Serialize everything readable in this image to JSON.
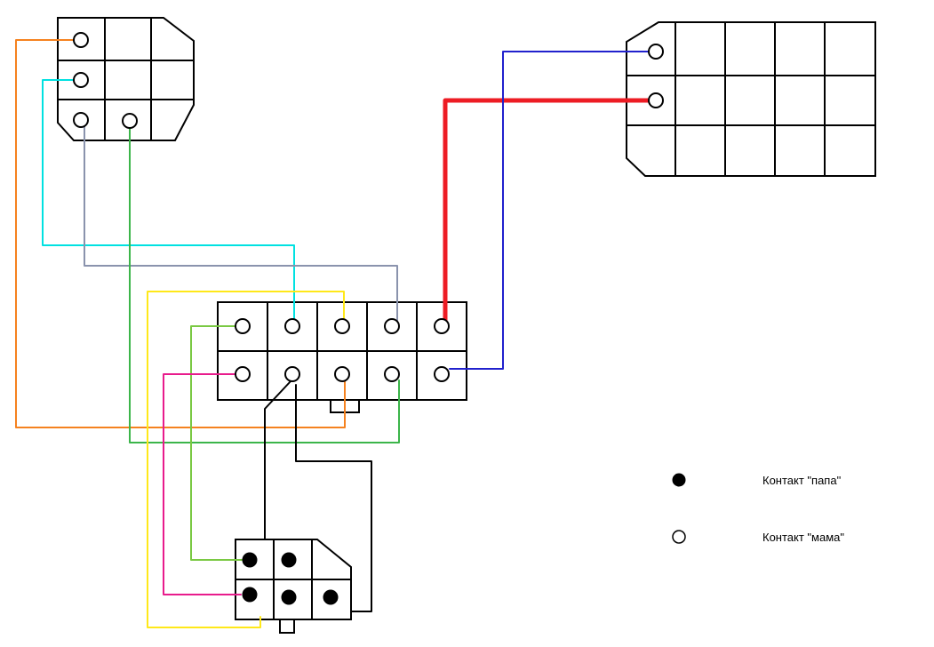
{
  "diagram": {
    "type": "wiring-diagram",
    "legend": {
      "male_label": "Контакт \"папа\"",
      "female_label": "Контакт \"мама\""
    },
    "connectors": {
      "top_left": {
        "grid": "3x3",
        "pin_type": "female",
        "pin_count": 4
      },
      "top_right": {
        "grid": "5x3",
        "pin_type": "female",
        "pin_count": 2
      },
      "middle": {
        "grid": "5x2",
        "pin_type": "female",
        "pin_count": 10
      },
      "bottom": {
        "grid": "3x2",
        "pin_type": "male",
        "pin_count": 5
      }
    },
    "wires": {
      "orange": {
        "color": "#F5821F",
        "from": "top-left pin 1",
        "to": "middle bottom pin 3"
      },
      "cyan": {
        "color": "#00E1E1",
        "from": "top-left pin 2",
        "to": "middle top pin 2"
      },
      "gray": {
        "color": "#8A93AD",
        "from": "top-left pin 3",
        "to": "middle top pin 4"
      },
      "green": {
        "color": "#3CB54A",
        "from": "top-left pin 4",
        "to": "middle bottom pin 4"
      },
      "red": {
        "color": "#ED1C24",
        "from": "top-right pin 2",
        "to": "middle top pin 5"
      },
      "blue": {
        "color": "#2121CD",
        "from": "top-right pin 1",
        "to": "middle bottom pin 5"
      },
      "yellow": {
        "color": "#FFE819",
        "from": "middle top pin 3",
        "to": "bottom connector"
      },
      "yellowgreen": {
        "color": "#7AC943",
        "from": "middle top pin 1",
        "to": "bottom pin 1"
      },
      "pink": {
        "color": "#E81C8C",
        "from": "middle bottom pin 1",
        "to": "bottom pin 3"
      },
      "black1": {
        "color": "#000000",
        "from": "middle bottom pin 2",
        "to": "bottom connector top"
      },
      "black2": {
        "color": "#000000",
        "from": "middle bottom pin 2",
        "to": "bottom connector right"
      }
    }
  }
}
